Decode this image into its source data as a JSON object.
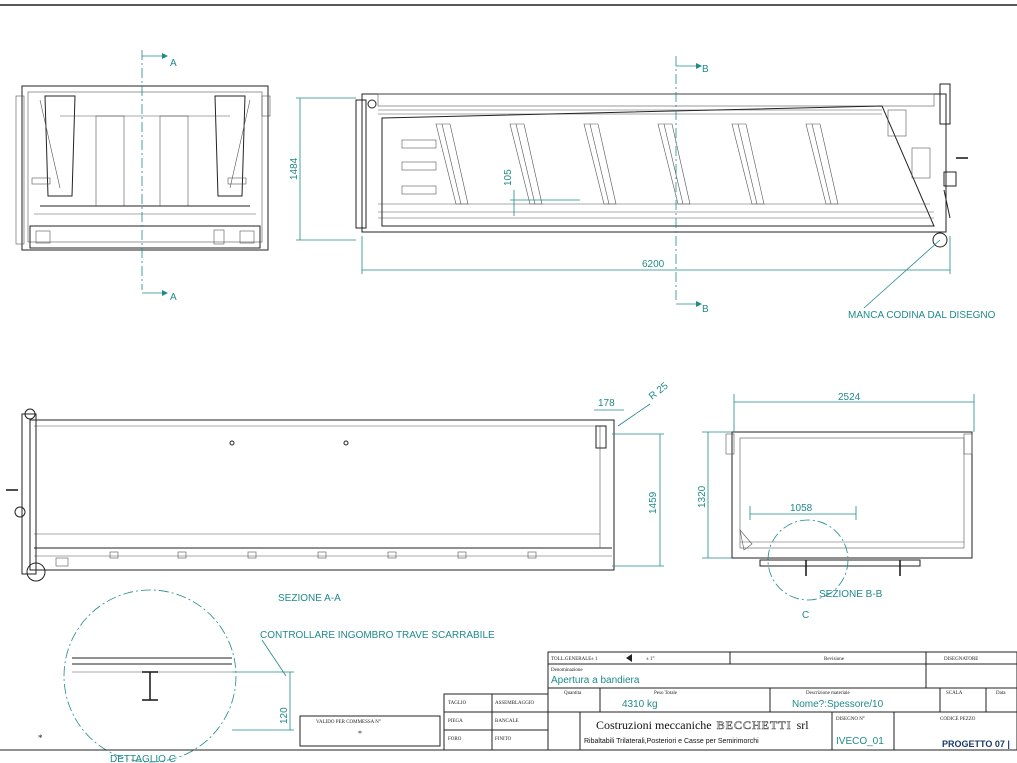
{
  "dimensions": {
    "height_side": "1484",
    "rib": "105",
    "length": "6200",
    "offset_top": "178",
    "radius": "R 25",
    "height_section": "1459",
    "width_section": "2524",
    "height_rear": "1320",
    "detail_width": "1058",
    "detail_height": "120"
  },
  "section_markers": {
    "a": "A",
    "b": "B",
    "c": "C"
  },
  "labels": {
    "missing_tail": "MANCA CODINA DAL DISEGNO",
    "section_aa": "SEZIONE A-A",
    "section_bb": "SEZIONE B-B",
    "check_beam": "CONTROLLARE INGOMBRO TRAVE SCARRABILE",
    "detail_c": "DETTAGLIO C"
  },
  "title_block": {
    "toll_generale": "TOLL.GENERALE",
    "toll_lin": "± 1",
    "toll_ang": "± 1°",
    "revisione": "Revisione",
    "disegnatore": "DISEGNATORE",
    "denominazione_label": "Denominazione",
    "denominazione": "Apertura a bandiera",
    "quantita_label": "Quantita",
    "peso_label": "Peso Totale",
    "peso": "4310 kg",
    "materiale_label": "Descrizione materiale",
    "materiale": "Nome?:Spessore/10",
    "scala_label": "SCALA",
    "data_label": "Data",
    "taglio": "TAGLIO",
    "assemblaggio": "ASSEMBLAGGIO",
    "piega": "PIEGA",
    "bancale": "BANCALE",
    "foro": "FORO",
    "finito": "FINITO",
    "commessa_label": "VALIDO PER COMMESSA N°",
    "commessa_value": "*",
    "corner_mark": "*",
    "company_pre": "Costruzioni meccaniche",
    "company_brand": "BECCHETTI",
    "company_post": "srl",
    "company_desc": "Ribaltabili Trilaterali,Posteriori e Casse per Semirimorchi",
    "disegno_label": "DISEGNO N°",
    "disegno": "IVECO_01",
    "codice_label": "CODICE PEZZO",
    "progetto": "PROGETTO 07 |"
  }
}
